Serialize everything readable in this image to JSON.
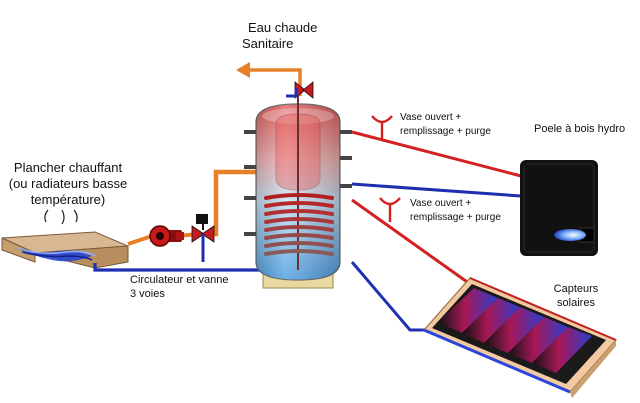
{
  "labels": {
    "hot_water_line1": "Eau chaude",
    "hot_water_line2": "Sanitaire",
    "floor_line1": "Plancher chauffant",
    "floor_line2": "(ou radiateurs basse",
    "floor_line3": "température)",
    "circulator_line1": "Circulateur et vanne",
    "circulator_line2": "3 voies",
    "vase1_line1": "Vase ouvert +",
    "vase1_line2": "remplissage + purge",
    "vase2_line1": "Vase ouvert +",
    "vase2_line2": "remplissage + purge",
    "stove": "Poele à bois hydro",
    "collectors_line1": "Capteurs",
    "collectors_line2": "solaires"
  },
  "colors": {
    "hot_pipe": "#d42020",
    "cold_pipe": "#1f2fb0",
    "sanitary_pipe": "#e8802a",
    "tank_hot": "#e88888",
    "tank_cold": "#88c0ee",
    "stove_body": "#111111",
    "collector_frame": "#f2c9a0"
  }
}
